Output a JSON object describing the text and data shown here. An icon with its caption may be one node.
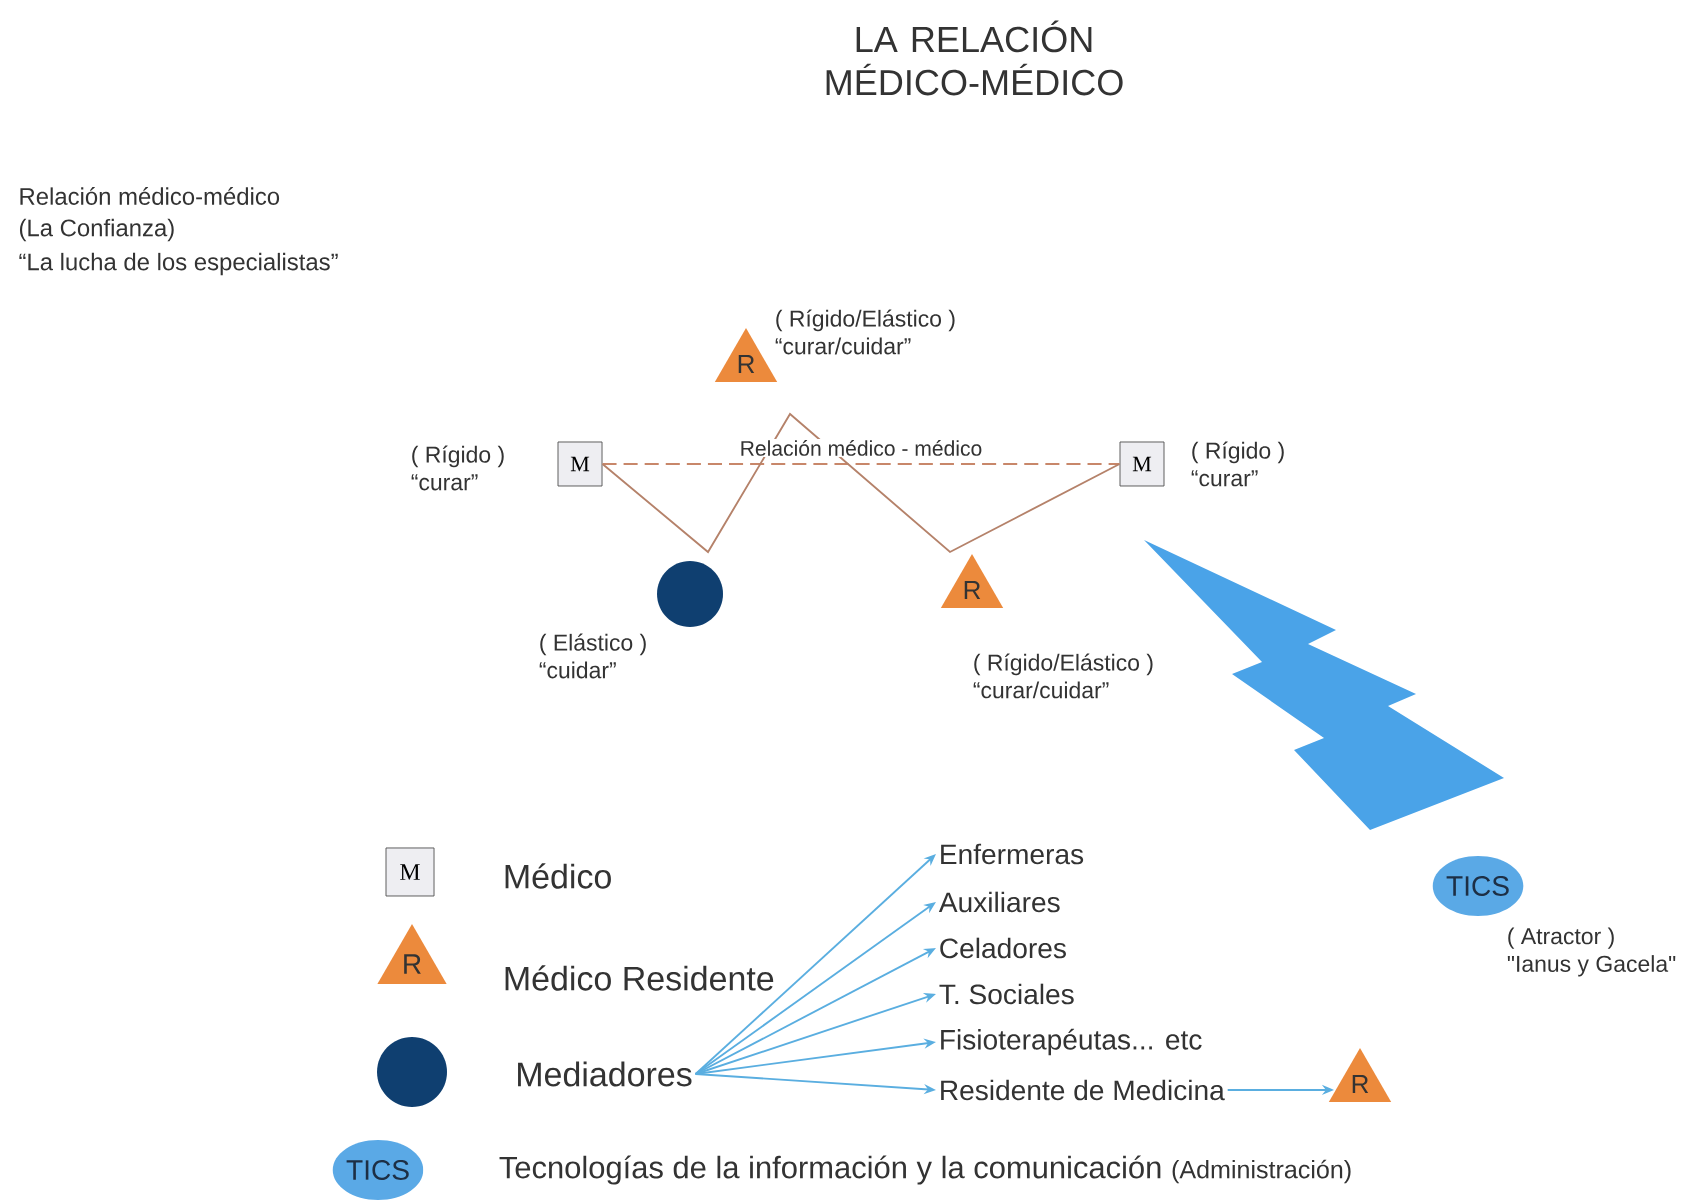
{
  "diagram": {
    "title": "LA RELACIÓN MÉDICO-MÉDICO",
    "nodes": [
      {
        "text": [
          "M"
        ],
        "beside": [
          "( Rígido )",
          "“curar”"
        ]
      },
      {
        "text": [
          "M"
        ],
        "beside": [
          "( Rígido )",
          "“curar”"
        ]
      },
      {
        "text": [
          "R"
        ],
        "beside": [
          "( Rígido/Elástico )",
          "“curar/cuidar”"
        ]
      },
      {
        "text": [
          "R"
        ],
        "beside": [
          "( Rígido/Elástico )",
          "“curar/cuidar”"
        ]
      },
      {
        "text": [],
        "shape": "circle",
        "beside": [
          "( Elástico )",
          "“cuidar”"
        ]
      },
      {
        "text": [
          "TICS"
        ],
        "beside": [
          "( Atractor )",
          "\"Ianus y Gacela\""
        ]
      },
      {
        "text": [
          "M"
        ],
        "beside": [
          "Médico"
        ]
      },
      {
        "text": [
          "R"
        ],
        "beside": [
          "Médico Residente"
        ]
      },
      {
        "text": [],
        "shape": "circle"
      },
      {
        "text": [
          "Mediadores"
        ]
      },
      {
        "text": [
          "Enfermeras"
        ]
      },
      {
        "text": [
          "Auxiliares"
        ]
      },
      {
        "text": [
          "Celadores"
        ]
      },
      {
        "text": [
          "T. Sociales"
        ]
      },
      {
        "text": [
          "Fisioterapéutas... etc"
        ]
      },
      {
        "text": [
          "Residente de Medicina"
        ]
      },
      {
        "text": [
          "R"
        ]
      },
      {
        "text": [
          "TICS"
        ],
        "beside": [
          "Tecnologías de la información y la comunicación",
          "(Administración)"
        ]
      }
    ],
    "edges": [
      {
        "from": 0,
        "to": 1,
        "arrow": "none",
        "label": "Relación médico - médico",
        "style": "dashed",
        "color": "#c8876a"
      },
      {
        "from": 0,
        "to": 1,
        "arrow": "none",
        "color": "#b5826a"
      },
      {
        "from": 9,
        "to": 10,
        "arrow": "to"
      },
      {
        "from": 9,
        "to": 11,
        "arrow": "to"
      },
      {
        "from": 9,
        "to": 12,
        "arrow": "to"
      },
      {
        "from": 9,
        "to": 13,
        "arrow": "to"
      },
      {
        "from": 9,
        "to": 14,
        "arrow": "to"
      },
      {
        "from": 9,
        "to": 15,
        "arrow": "to"
      },
      {
        "from": 15,
        "to": 16,
        "arrow": "to"
      }
    ],
    "labels": [
      "Relación médico-médico",
      "(La Confianza)",
      "“La lucha de los especialistas”"
    ]
  }
}
